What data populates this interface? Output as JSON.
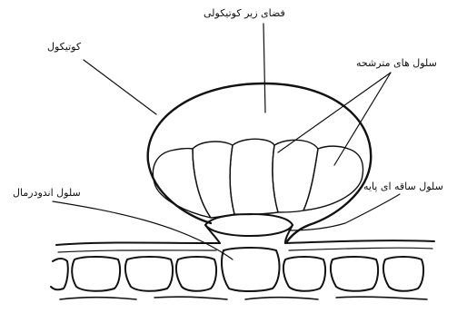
{
  "labels": {
    "subcuticular_space": "فضای زیر کوتیکولی",
    "cuticle": "کوتیکول",
    "secretory_cells": "سلول های مترشحه",
    "stalk_cell": "سلول ساقه ای پایه",
    "endodermal_cell": "سلول اندودرمال"
  }
}
